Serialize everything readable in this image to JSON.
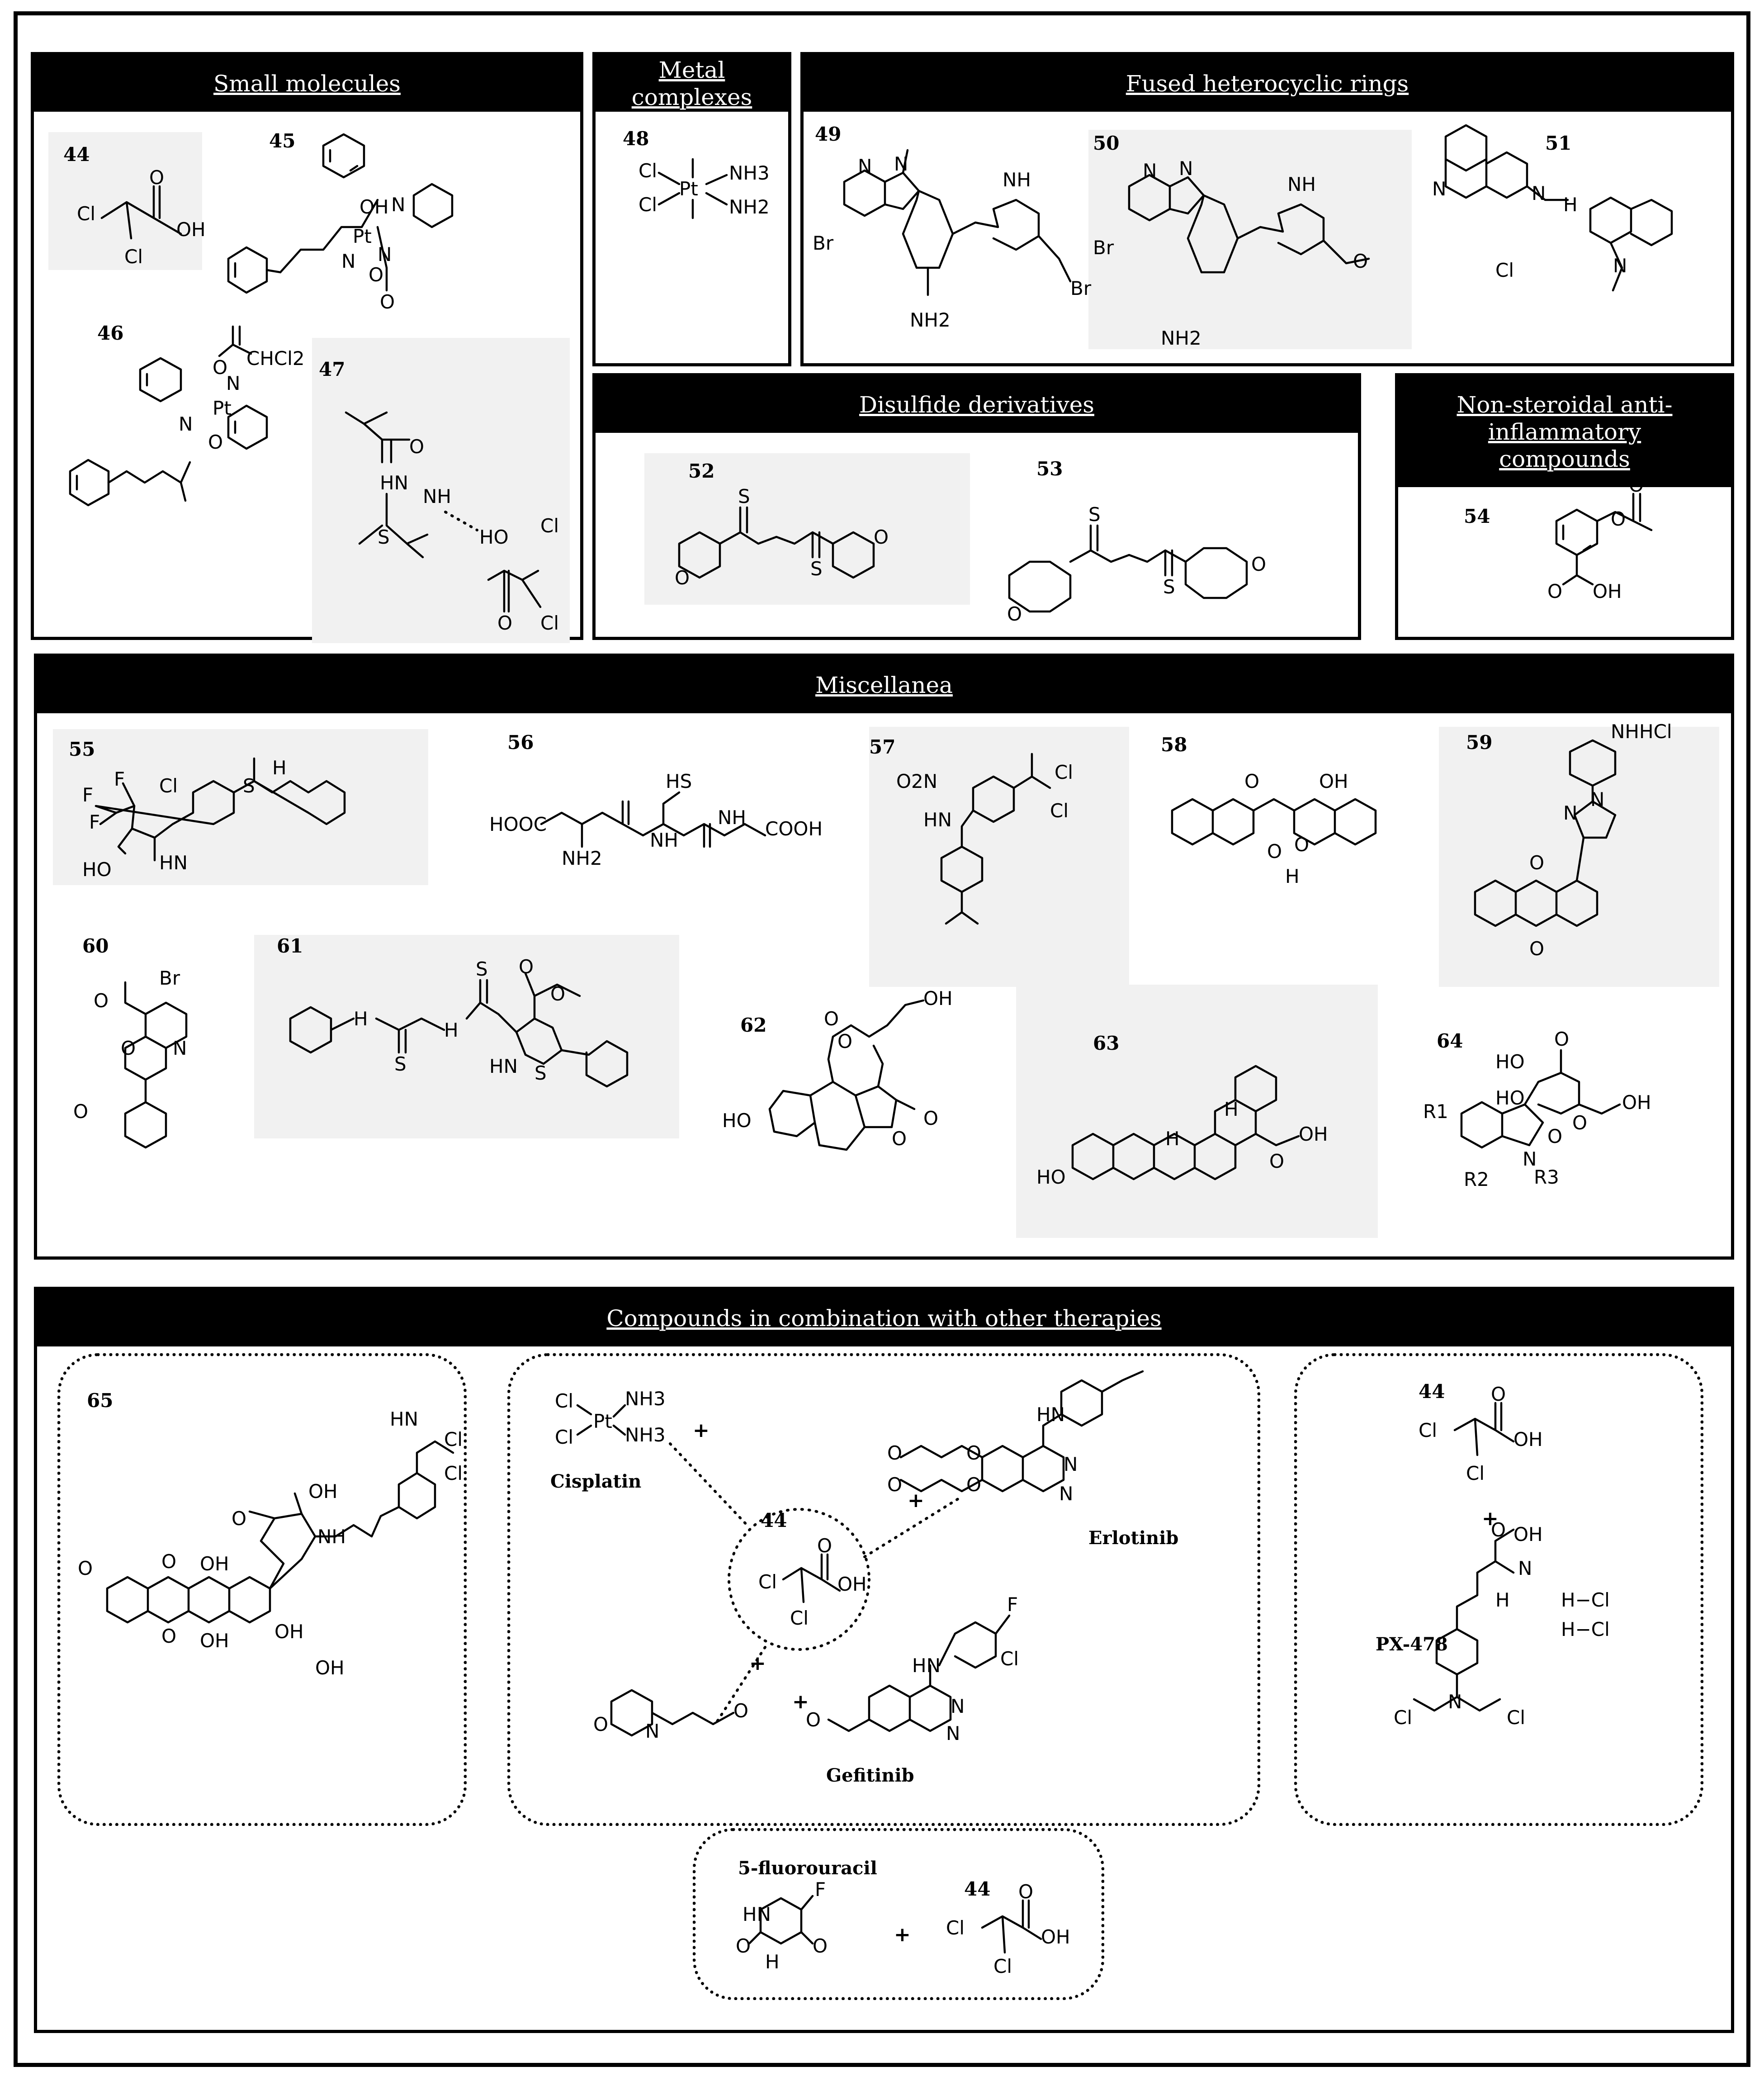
{
  "sections": {
    "small_molecules": "Small molecules",
    "metal_complexes": "Metal complexes",
    "fused_heterocyclic": "Fused heterocyclic rings",
    "disulfide": "Disulfide derivatives",
    "nsaid": "Non-steroidal anti-inflammatory compounds",
    "miscellanea": "Miscellanea",
    "combination": "Compounds in combination with other therapies"
  },
  "compound_numbers": {
    "c44": "44",
    "c45": "45",
    "c46": "46",
    "c47": "47",
    "c48": "48",
    "c49": "49",
    "c50": "50",
    "c51": "51",
    "c52": "52",
    "c53": "53",
    "c54": "54",
    "c55": "55",
    "c56": "56",
    "c57": "57",
    "c58": "58",
    "c59": "59",
    "c60": "60",
    "c61": "61",
    "c62": "62",
    "c63": "63",
    "c64": "64",
    "c65": "65"
  },
  "drug_names": {
    "cisplatin": "Cisplatin",
    "erlotinib": "Erlotinib",
    "gefitinib": "Gefitinib",
    "px478": "PX-478",
    "fluorouracil": "5-fluorouracil"
  },
  "symbols": {
    "plus": "+",
    "cl": "Cl",
    "oh": "OH",
    "o": "O",
    "n": "N",
    "pt": "Pt",
    "nh3": "NH3",
    "nh2": "NH2",
    "br": "Br",
    "s": "S",
    "f": "F",
    "hs": "HS",
    "hn": "HN",
    "cooh": "COOH",
    "hooc": "HOOC",
    "ho": "HO",
    "nhhcl": "NHHCl",
    "h_cl": "H−Cl",
    "chcl2": "CHCl2",
    "no2": "O2N",
    "h": "H",
    "r1": "R1",
    "r2": "R2",
    "r3": "R3",
    "nh": "NH"
  }
}
